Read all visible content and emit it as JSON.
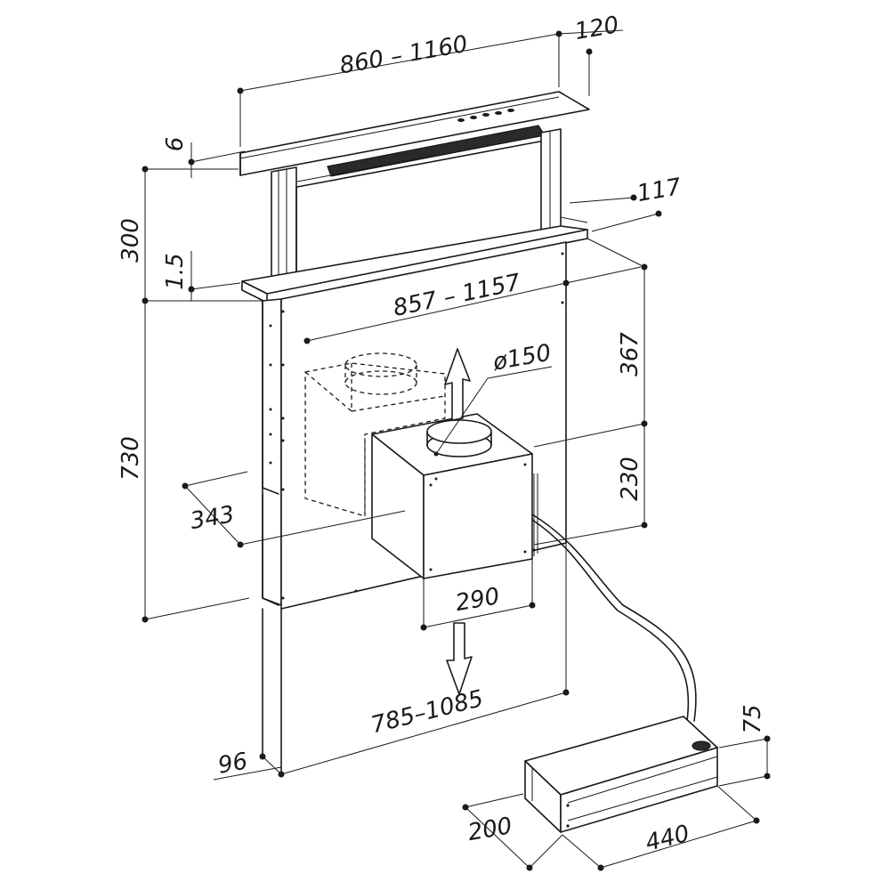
{
  "dimensions": {
    "top_width": "860 – 1160",
    "top_depth": "120",
    "glass_thickness": "6",
    "rise_height": "300",
    "flange_thickness": "1.5",
    "body_depth": "117",
    "body_width": "857 – 1157",
    "outlet_diameter": "ø150",
    "upper_height": "367",
    "body_height": "730",
    "box_height": "230",
    "box_offset": "343",
    "box_width": "290",
    "cutout_width": "785–1085",
    "cutout_depth": "96",
    "motor_height": "75",
    "motor_width": "200",
    "motor_length": "440"
  }
}
